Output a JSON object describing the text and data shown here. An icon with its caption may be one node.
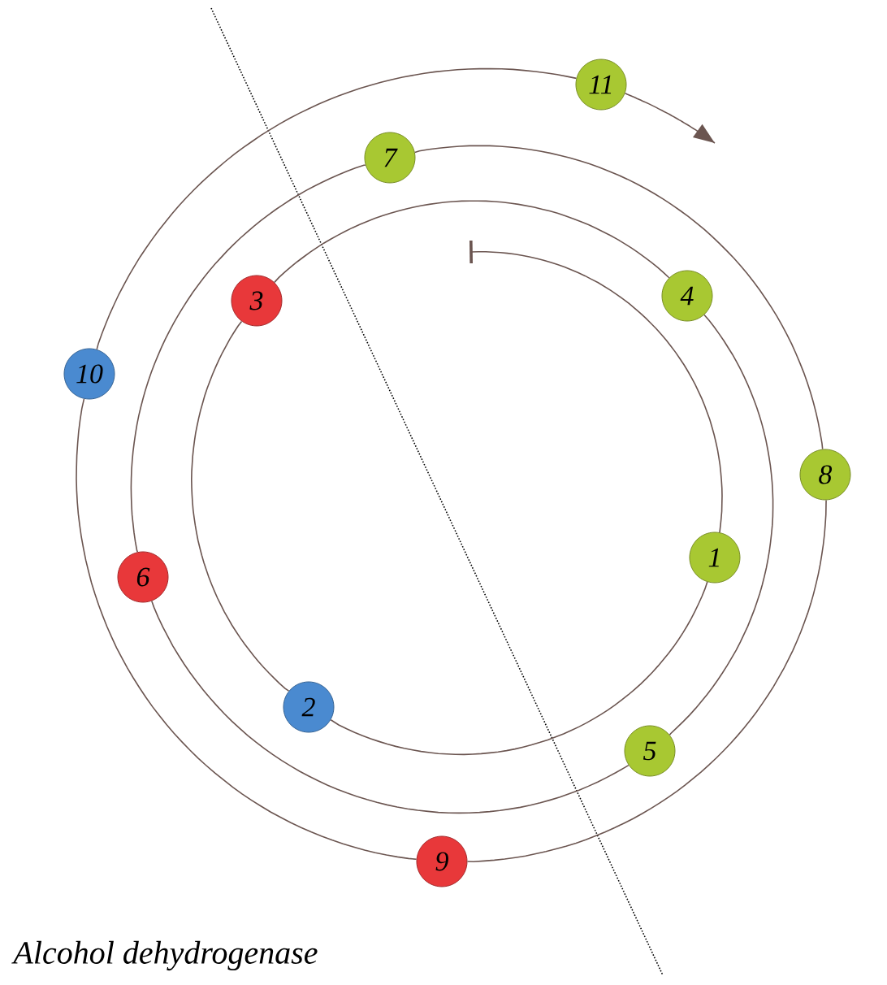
{
  "diagram": {
    "caption": "Alcohol dehydrogenase",
    "nodes": [
      {
        "text": [
          "1"
        ]
      },
      {
        "text": [
          "2"
        ]
      },
      {
        "text": [
          "3"
        ]
      },
      {
        "text": [
          "4"
        ]
      },
      {
        "text": [
          "5"
        ]
      },
      {
        "text": [
          "6"
        ]
      },
      {
        "text": [
          "7"
        ]
      },
      {
        "text": [
          "8"
        ]
      },
      {
        "text": [
          "9"
        ]
      },
      {
        "text": [
          "10"
        ]
      },
      {
        "text": [
          "11"
        ]
      }
    ],
    "edges": [
      {
        "from": null,
        "to": 0,
        "arrow": "other"
      },
      {
        "from": 0,
        "to": 1,
        "arrow": "none"
      },
      {
        "from": 1,
        "to": 2,
        "arrow": "none"
      },
      {
        "from": 2,
        "to": 3,
        "arrow": "none"
      },
      {
        "from": 3,
        "to": 4,
        "arrow": "none"
      },
      {
        "from": 4,
        "to": 5,
        "arrow": "none"
      },
      {
        "from": 5,
        "to": 6,
        "arrow": "none"
      },
      {
        "from": 6,
        "to": 7,
        "arrow": "none"
      },
      {
        "from": 7,
        "to": 8,
        "arrow": "none"
      },
      {
        "from": 8,
        "to": 9,
        "arrow": "none"
      },
      {
        "from": 9,
        "to": 10,
        "arrow": "none"
      },
      {
        "from": 10,
        "to": null,
        "arrow": "to"
      }
    ]
  }
}
